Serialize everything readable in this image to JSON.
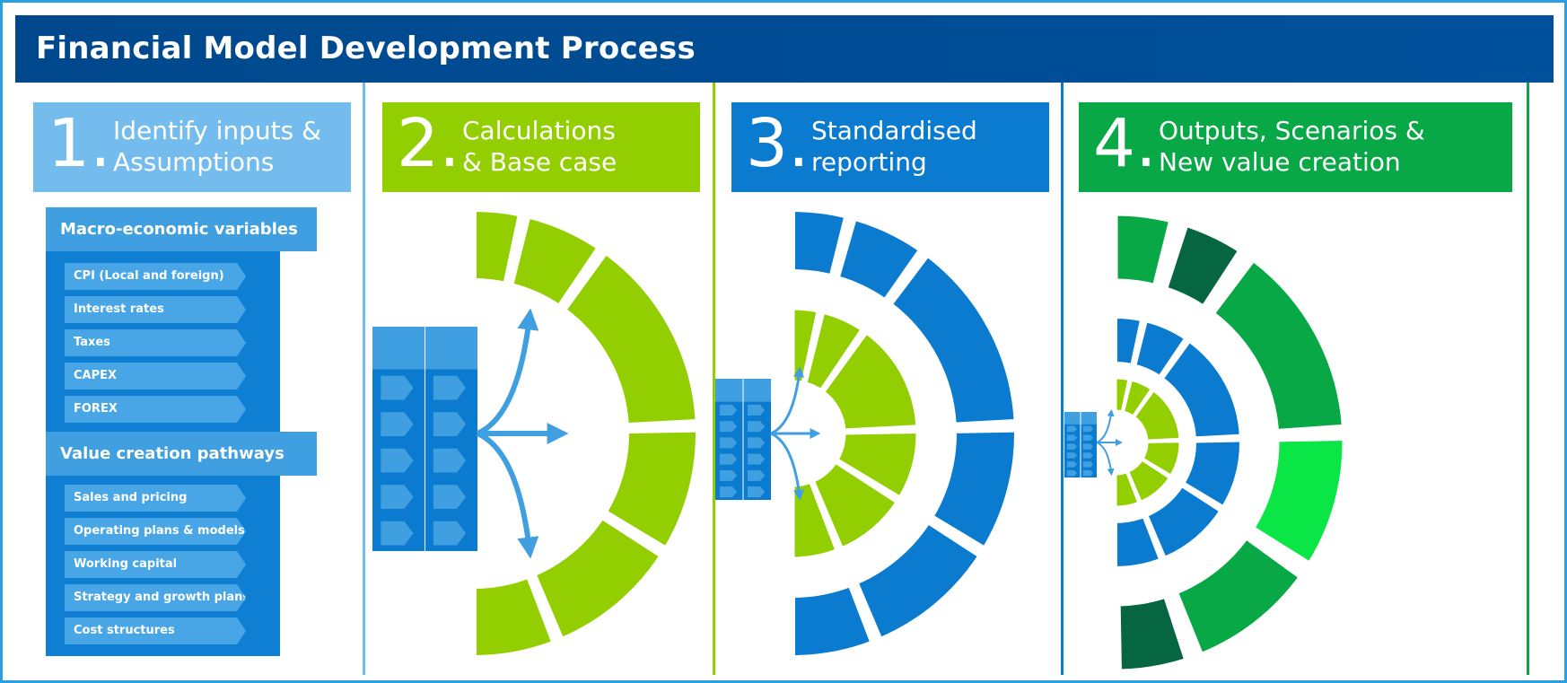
{
  "header": {
    "title": "Financial Model Development Process"
  },
  "steps": [
    {
      "number": "1.",
      "label": "Identify inputs &\nAssumptions",
      "color": "#74bcee"
    },
    {
      "number": "2.",
      "label": "Calculations\n& Base case",
      "color": "#93cf00"
    },
    {
      "number": "3.",
      "label": "Standardised\nreporting",
      "color": "#0b7bd0"
    },
    {
      "number": "4.",
      "label": "Outputs, Scenarios &\nNew value creation",
      "color": "#07a845"
    }
  ],
  "inputs": {
    "groups": [
      {
        "title": "Macro-economic variables",
        "items": [
          "CPI (Local and foreign)",
          "Interest rates",
          "Taxes",
          "CAPEX",
          "FOREX"
        ]
      },
      {
        "title": "Value creation pathways",
        "items": [
          "Sales and pricing",
          "Operating plans & models",
          "Working capital",
          "Strategy and growth plans",
          "Cost structures"
        ]
      }
    ]
  },
  "colors": {
    "header_bg": "#00519c",
    "border": "#2b9fe0",
    "light_blue": "#74bcee",
    "mid_blue": "#3f9fe1",
    "blue": "#0b7bd0",
    "lime": "#93cf00",
    "green": "#07a845",
    "dark_green": "#066641",
    "bright_green": "#0ae646"
  }
}
